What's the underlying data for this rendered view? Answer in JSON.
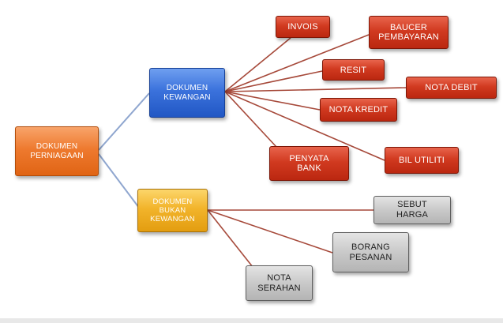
{
  "diagram": {
    "root": {
      "label": "DOKUMEN\nPERNIAGAAN"
    },
    "financial": {
      "label": "DOKUMEN\nKEWANGAN",
      "children": [
        "INVOIS",
        "BAUCER\nPEMBAYARAN",
        "RESIT",
        "NOTA DEBIT",
        "NOTA KREDIT",
        "PENYATA\nBANK",
        "BIL UTILITI"
      ]
    },
    "non_financial": {
      "label": "DOKUMEN\nBUKAN\nKEWANGAN",
      "children": [
        "SEBUT\nHARGA",
        "BORANG\nPESANAN",
        "NOTA\nSERAHAN"
      ]
    }
  },
  "colors": {
    "root": "#ee7a2f",
    "financial": "#3b72dc",
    "non_financial": "#f2b42b",
    "financial_leaf": "#d13a20",
    "non_financial_leaf": "#c9c9c9",
    "root_connector": "#8fa6cf",
    "leaf_connector": "#a6493a"
  }
}
